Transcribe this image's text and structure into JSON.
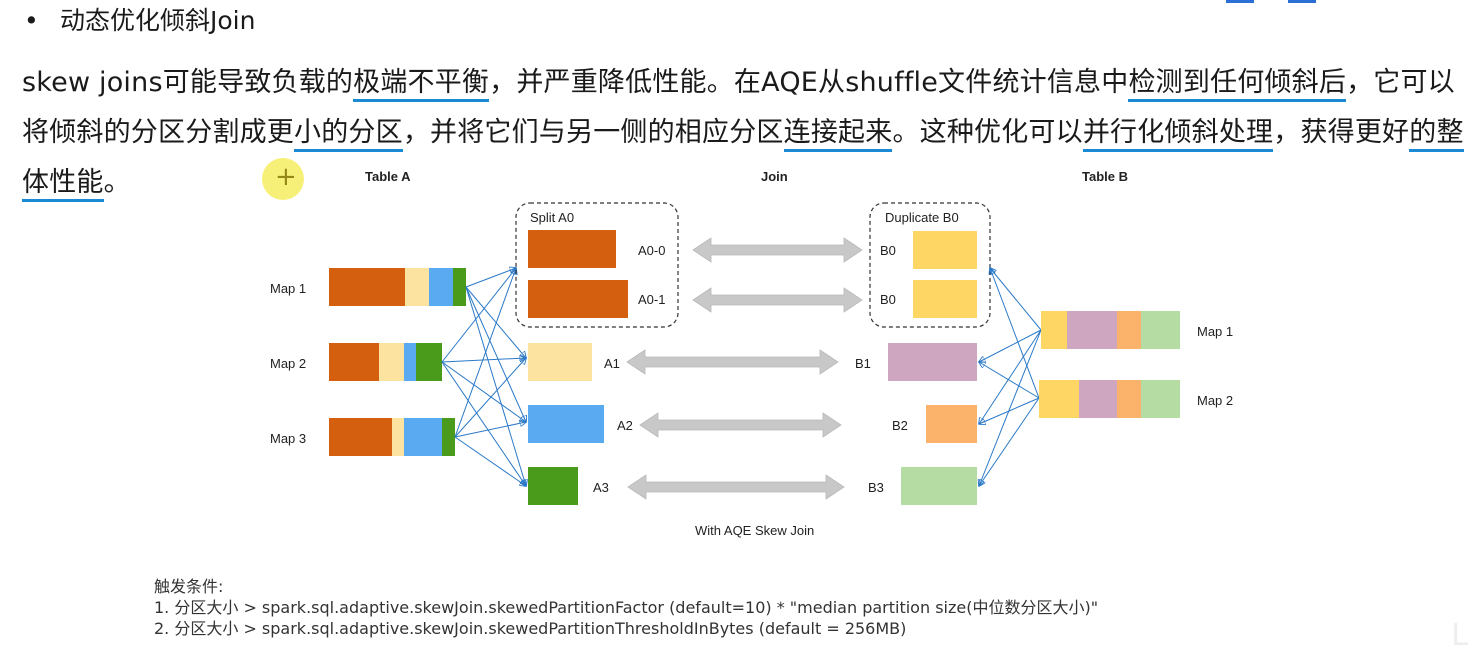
{
  "bullet": {
    "dot": "•",
    "text": "动态优化倾斜Join"
  },
  "paragraph": {
    "p1": "skew joins可能导致负载的",
    "h1": "极端不平衡",
    "p2": "，并严重降低性能。在AQE从shuffle文件统计信息中",
    "h2": "检测到任何倾斜后",
    "p3": "，它可以将倾斜的分区分割成更",
    "h3": "小的分区",
    "p4": "，并将它们与另一侧的相应分区",
    "h4": "连接起来",
    "p5": "。这种优化可以",
    "h5": "并行化倾斜处理",
    "p6": "，获得更好",
    "h6": "的整体性能",
    "p7": "。"
  },
  "cursor_icon": "+",
  "diagram": {
    "table_a": "Table A",
    "join": "Join",
    "table_b": "Table B",
    "map1": "Map 1",
    "map2": "Map 2",
    "map3": "Map 3",
    "split_a0": "Split A0",
    "duplicate_b0": "Duplicate B0",
    "a0_0": "A0-0",
    "a0_1": "A0-1",
    "a1": "A1",
    "a2": "A2",
    "a3": "A3",
    "b0": "B0",
    "b1": "B1",
    "b2": "B2",
    "b3": "B3",
    "caption": "With AQE Skew Join"
  },
  "colors": {
    "orange": "#d35f0f",
    "light_yellow": "#fde3a0",
    "blue": "#5aaaf2",
    "green": "#4a9a1c",
    "yellow": "#fdd663",
    "pink": "#cfa6c0",
    "peach": "#fbb36c",
    "light_green": "#b5dca3",
    "arrow": "#2a79c8",
    "gray": "#c8c8c8",
    "highlight": "#1a8ad4"
  },
  "conditions": {
    "title": "触发条件:",
    "c1": "1. 分区大小 > spark.sql.adaptive.skewJoin.skewedPartitionFactor (default=10) * \"median partition size(中位数分区大小)\"",
    "c2": "2. 分区大小 > spark.sql.adaptive.skewJoin.skewedPartitionThresholdInBytes (default = 256MB)"
  },
  "corner": "L"
}
